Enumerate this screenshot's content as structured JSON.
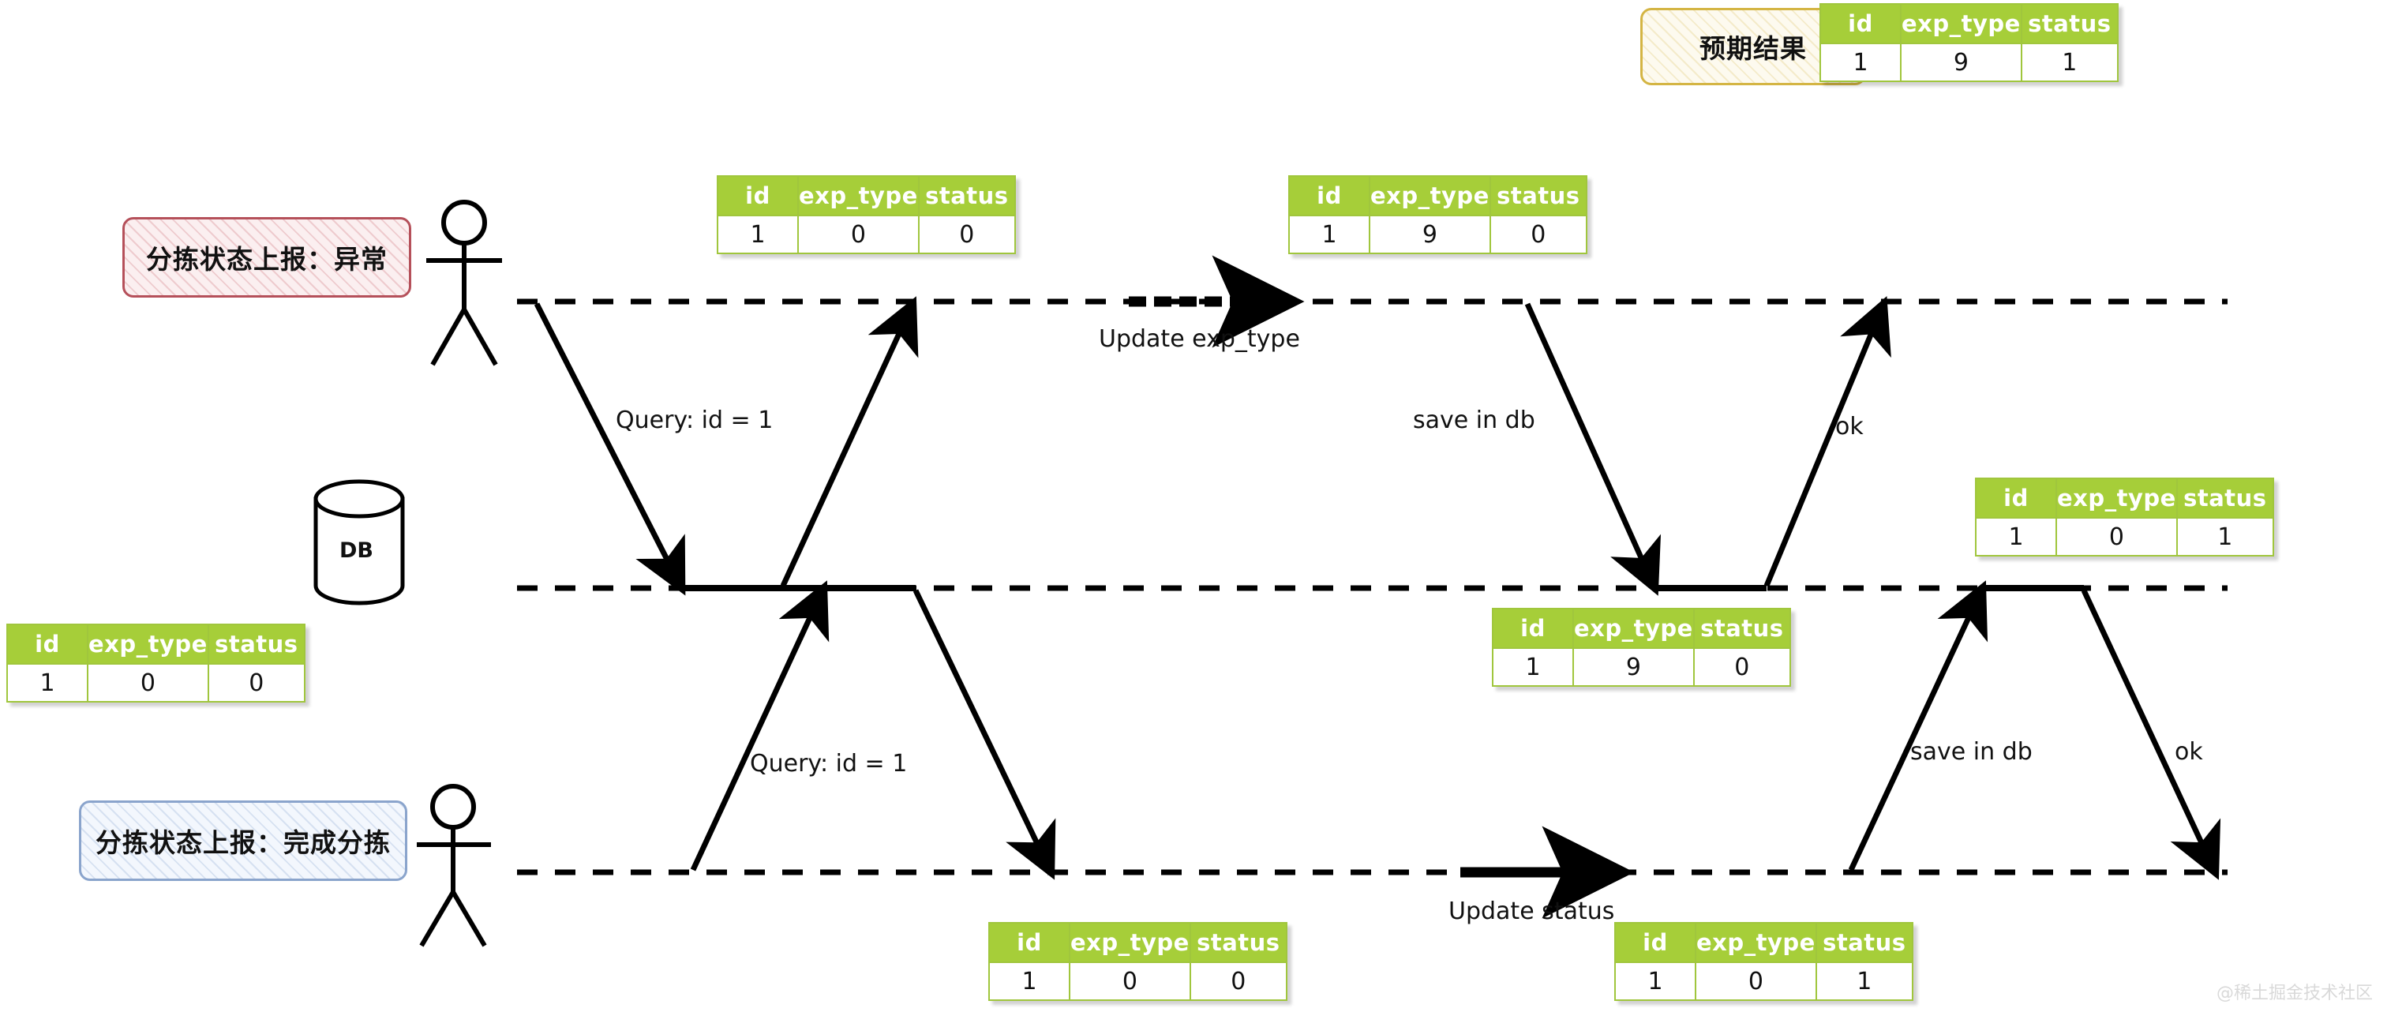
{
  "diagram": {
    "title_badge": "预期结果",
    "watermark": "@稀土掘金技术社区",
    "db_label": "DB",
    "actors": {
      "top": "分拣状态上报：异常",
      "db": "DB",
      "bottom": "分拣状态上报：完成分拣"
    },
    "columns": [
      "id",
      "exp_type",
      "status"
    ],
    "messages": {
      "top_query": "Query: id = 1",
      "top_update": "Update exp_type",
      "top_save": "save in db",
      "top_ok": "ok",
      "bottom_query": "Query: id = 1",
      "bottom_update": "Update status",
      "bottom_save": "save in db",
      "bottom_ok": "ok"
    },
    "colors": {
      "table_header": "#a6ce39",
      "table_border": "#a0c63d",
      "red_box": "#b5505a",
      "blue_box": "#8aa4cc",
      "yellow_box": "#d4b544",
      "line": "#000000"
    }
  },
  "tables": {
    "expected_result": {
      "name": "expected-result",
      "row": [
        "1",
        "9",
        "1"
      ]
    },
    "db_initial": {
      "name": "db-initial-state",
      "row": [
        "1",
        "0",
        "0"
      ]
    },
    "top_query_result": {
      "name": "top-query-result",
      "row": [
        "1",
        "0",
        "0"
      ]
    },
    "top_after_update": {
      "name": "top-after-exp-update",
      "row": [
        "1",
        "9",
        "0"
      ]
    },
    "top_saved_in_db": {
      "name": "top-saved-in-db",
      "row": [
        "1",
        "9",
        "0"
      ]
    },
    "bottom_query_result": {
      "name": "bottom-query-result",
      "row": [
        "1",
        "0",
        "0"
      ]
    },
    "bottom_after_update": {
      "name": "bottom-after-status-update",
      "row": [
        "1",
        "0",
        "1"
      ]
    },
    "final_db_state": {
      "name": "final-db-state",
      "row": [
        "1",
        "0",
        "1"
      ]
    }
  }
}
